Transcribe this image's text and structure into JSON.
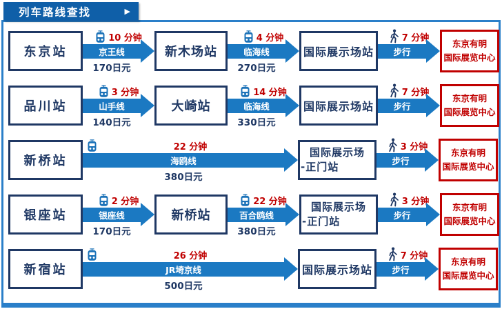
{
  "header": {
    "title": "列车路线查找",
    "arrow_icon": "▶"
  },
  "colors": {
    "tab_blue": "#0f5fa8",
    "arrow_blue": "#1b79c2",
    "navy_text": "#1f3864",
    "red_text": "#c00000",
    "frame_blue": "#2a7fc9"
  },
  "routes": [
    {
      "origin": [
        "东京站"
      ],
      "leg1": {
        "time": "10 分钟",
        "line": "京王线",
        "fare": "170日元"
      },
      "mid": [
        "新木场站"
      ],
      "leg2": {
        "time": "4 分钟",
        "line": "临海线",
        "fare": "270日元"
      },
      "station": [
        "国际展示场站"
      ],
      "walk": {
        "time": "7 分钟",
        "label": "步行"
      },
      "destination": [
        "东京有明",
        "国际展览中心"
      ]
    },
    {
      "origin": [
        "品川站"
      ],
      "leg1": {
        "time": "3 分钟",
        "line": "山手线",
        "fare": "140日元"
      },
      "mid": [
        "大崎站"
      ],
      "leg2": {
        "time": "14 分钟",
        "line": "临海线",
        "fare": "330日元"
      },
      "station": [
        "国际展示场站"
      ],
      "walk": {
        "time": "7 分钟",
        "label": "步行"
      },
      "destination": [
        "东京有明",
        "国际展览中心"
      ]
    },
    {
      "origin": [
        "新桥站"
      ],
      "leg1": {
        "time": "22 分钟",
        "line": "海鸥线",
        "fare": "380日元"
      },
      "mid": null,
      "leg2": null,
      "station": [
        "国际展示场",
        "-正门站"
      ],
      "walk": {
        "time": "3 分钟",
        "label": "步行"
      },
      "destination": [
        "东京有明",
        "国际展览中心"
      ]
    },
    {
      "origin": [
        "银座站"
      ],
      "leg1": {
        "time": "2 分钟",
        "line": "银座线",
        "fare": "170日元"
      },
      "mid": [
        "新桥站"
      ],
      "leg2": {
        "time": "22 分钟",
        "line": "百合鸥线",
        "fare": "380日元"
      },
      "station": [
        "国际展示场",
        "-正门站"
      ],
      "walk": {
        "time": "3 分钟",
        "label": "步行"
      },
      "destination": [
        "东京有明",
        "国际展览中心"
      ]
    },
    {
      "origin": [
        "新宿站"
      ],
      "leg1": {
        "time": "26 分钟",
        "line": "JR埼京线",
        "fare": "500日元"
      },
      "mid": null,
      "leg2": null,
      "station": [
        "国际展示场站"
      ],
      "walk": {
        "time": "7 分钟",
        "label": "步行"
      },
      "destination": [
        "东京有明",
        "国际展览中心"
      ]
    }
  ]
}
